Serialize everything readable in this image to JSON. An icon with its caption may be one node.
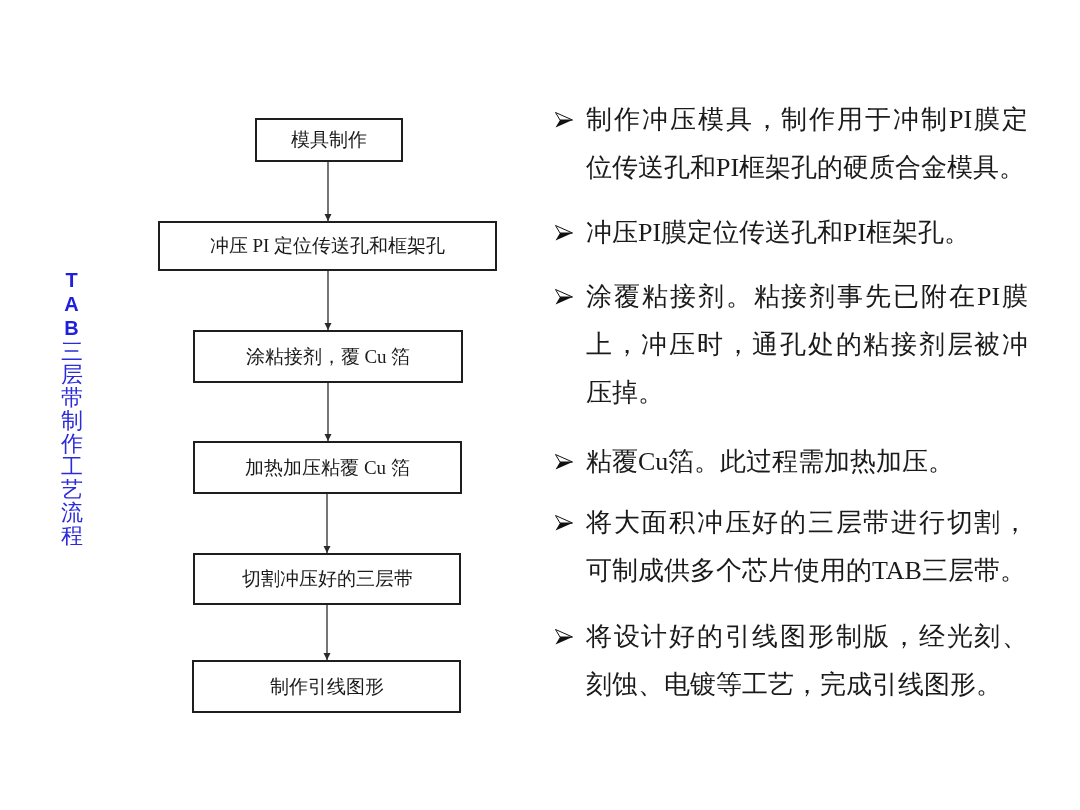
{
  "diagram": {
    "title": "**TAB**三层带制作工艺流程",
    "nodes": [
      {
        "text": [
          "模具制作"
        ]
      },
      {
        "text": [
          "冲压 PI 定位传送孔和框架孔"
        ]
      },
      {
        "text": [
          "涂粘接剂，覆 Cu 箔"
        ]
      },
      {
        "text": [
          "加热加压粘覆 Cu 箔"
        ]
      },
      {
        "text": [
          "切割冲压好的三层带"
        ]
      },
      {
        "text": [
          "制作引线图形"
        ]
      }
    ],
    "edges": [
      {
        "from": 0,
        "to": 1,
        "arrow": "to"
      },
      {
        "from": 1,
        "to": 2,
        "arrow": "to"
      },
      {
        "from": 2,
        "to": 3,
        "arrow": "to"
      },
      {
        "from": 3,
        "to": 4,
        "arrow": "to"
      },
      {
        "from": 4,
        "to": 5,
        "arrow": "to"
      }
    ],
    "labels": [
      "制作冲压模具，制作用于冲制PI膜定位传送孔和PI框架孔的硬质合金模具。",
      "冲压PI膜定位传送孔和PI框架孔。",
      "涂覆粘接剂。粘接剂事先已附在PI膜上，冲压时，通孔处的粘接剂层被冲压掉。",
      "粘覆Cu箔。此过程需加热加压。",
      "将大面积冲压好的三层带进行切割，可制成供多个芯片使用的TAB三层带。",
      "将设计好的引线图形制版，经光刻、刻蚀、电镀等工艺，完成引线图形。"
    ]
  }
}
